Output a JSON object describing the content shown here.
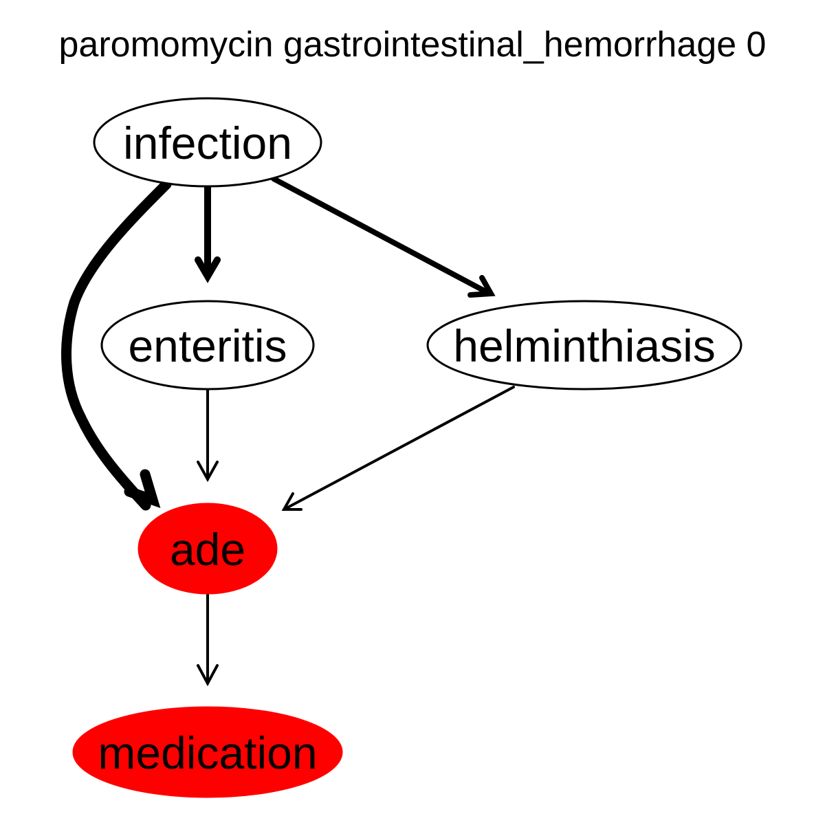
{
  "title": "paromomycin gastrointestinal_hemorrhage 0",
  "colors": {
    "highlight": "#ff0000",
    "plain": "#ffffff",
    "stroke": "#000000"
  },
  "nodes": [
    {
      "id": "infection",
      "label": "infection",
      "highlighted": false
    },
    {
      "id": "enteritis",
      "label": "enteritis",
      "highlighted": false
    },
    {
      "id": "helminthiasis",
      "label": "helminthiasis",
      "highlighted": false
    },
    {
      "id": "ade",
      "label": "ade",
      "highlighted": true
    },
    {
      "id": "medication",
      "label": "medication",
      "highlighted": true
    }
  ],
  "edges": [
    {
      "from": "infection",
      "to": "ade",
      "weight": "heavy"
    },
    {
      "from": "infection",
      "to": "enteritis",
      "weight": "medium"
    },
    {
      "from": "infection",
      "to": "helminthiasis",
      "weight": "medium"
    },
    {
      "from": "enteritis",
      "to": "ade",
      "weight": "light"
    },
    {
      "from": "helminthiasis",
      "to": "ade",
      "weight": "light"
    },
    {
      "from": "ade",
      "to": "medication",
      "weight": "light"
    }
  ]
}
